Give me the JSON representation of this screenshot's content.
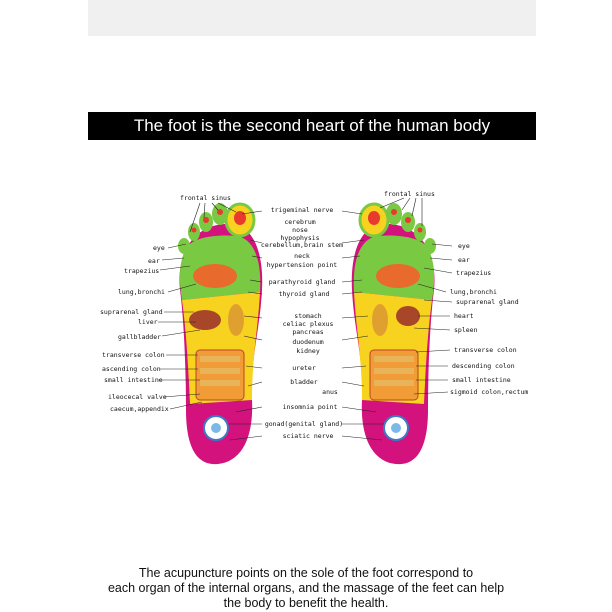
{
  "title": "The foot is the second heart of the human body",
  "caption": [
    "The acupuncture points on the sole of the foot correspond to",
    "each organ of the internal organs, and the massage of the feet can help",
    "the body to benefit the health."
  ],
  "colors": {
    "title_bar": "#000000",
    "toe_green": "#7ac943",
    "arch_yellow": "#f7d21e",
    "heel_magenta": "#d4127e",
    "organ_orange": "#f29c38",
    "red": "#e83a2f"
  },
  "labels": {
    "left": {
      "frontal_sinus": "frontal sinus",
      "eye": "eye",
      "ear": "ear",
      "trapezius": "trapezius",
      "lung_bronchi": "lung,bronchi",
      "suprarenal_gland": "suprarenal gland",
      "liver": "liver",
      "gallbladder": "gallbladder",
      "transverse_colon": "transverse colon",
      "ascending_colon": "ascending colon",
      "small_intestine": "small intestine",
      "ileocecal_valve": "ileocecal valve",
      "caecum_appendix": "caecum,appendix"
    },
    "center": {
      "trigeminal_nerve": "trigeminal nerve",
      "cerebrum": "cerebrum",
      "nose": "nose",
      "hypophysis": "hypophysis",
      "cerebellum_brain_stem": "cerebellum,brain stem",
      "neck": "neck",
      "hypertension_point": "hypertension point",
      "parathyroid_gland": "parathyroid gland",
      "thyroid_gland": "thyroid gland",
      "stomach": "stomach",
      "celiac_plexus": "celiac plexus",
      "pancreas": "pancreas",
      "duodenum": "duodenum",
      "kidney": "kidney",
      "ureter": "ureter",
      "bladder": "bladder",
      "anus": "anus",
      "insomnia_point": "insomnia point",
      "gonad": "gonad(genital gland)",
      "sciatic_nerve": "sciatic nerve"
    },
    "right": {
      "frontal_sinus": "frontal sinus",
      "eye": "eye",
      "ear": "ear",
      "trapezius": "trapezius",
      "lung_bronchi": "lung,bronchi",
      "suprarenal_gland": "suprarenal gland",
      "heart": "heart",
      "spleen": "spleen",
      "transverse_colon": "transverse colon",
      "descending_colon": "descending colon",
      "small_intestine": "small intestine",
      "sigmoid_colon_rectum": "sigmoid colon,rectum"
    }
  }
}
